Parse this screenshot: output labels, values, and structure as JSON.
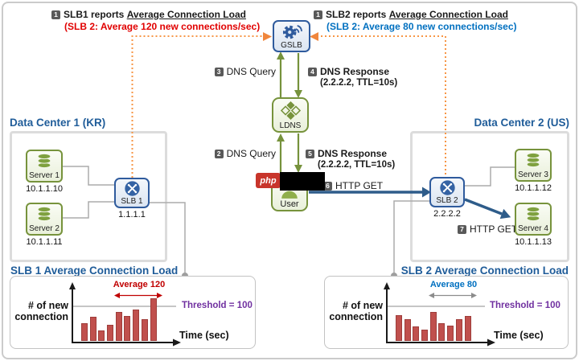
{
  "callouts": {
    "left": {
      "badge": "1",
      "reporter": "SLB1 reports",
      "metric": "Average Connection Load",
      "detail": "(SLB 2: Average 120 new connections/sec)"
    },
    "right": {
      "badge": "1",
      "reporter": "SLB2 reports",
      "metric": "Average Connection Load",
      "detail": "(SLB 2: Average 80 new connections/sec)"
    }
  },
  "datacenters": {
    "dc1": {
      "title": "Data Center 1 (KR)"
    },
    "dc2": {
      "title": "Data Center 2 (US)"
    }
  },
  "nodes": {
    "gslb": {
      "label": "GSLB"
    },
    "ldns": {
      "label": "LDNS"
    },
    "user": {
      "label": "User"
    },
    "slb1": {
      "label": "SLB 1",
      "ip": "1.1.1.1"
    },
    "slb2": {
      "label": "SLB 2",
      "ip": "2.2.2.2"
    },
    "server1": {
      "label": "Server 1",
      "ip": "10.1.1.10"
    },
    "server2": {
      "label": "Server 2",
      "ip": "10.1.1.11"
    },
    "server3": {
      "label": "Server 3",
      "ip": "10.1.1.12"
    },
    "server4": {
      "label": "Server 4",
      "ip": "10.1.1.13"
    }
  },
  "steps": {
    "dns_query_user": {
      "badge": "2",
      "label": "DNS Query"
    },
    "dns_query_gslb": {
      "badge": "3",
      "label": "DNS Query"
    },
    "dns_response_gslb": {
      "badge": "4",
      "label": "DNS Response",
      "detail": "(2.2.2.2, TTL=10s)"
    },
    "dns_response_user": {
      "badge": "5",
      "label": "DNS Response",
      "detail": "(2.2.2.2, TTL=10s)"
    },
    "http_get_slb2": {
      "badge": "6",
      "label": "HTTP GET"
    },
    "http_get_server4": {
      "badge": "7",
      "label": "HTTP GET"
    }
  },
  "watermark": {
    "label": "php"
  },
  "chart_data": [
    {
      "type": "bar",
      "title": "SLB 1 Average Connection Load",
      "ylabel": "# of new connection",
      "ylabel_lines": [
        "# of new",
        "connection"
      ],
      "xlabel": "Time (sec)",
      "values": [
        48,
        67,
        30,
        44,
        80,
        70,
        86,
        61,
        117
      ],
      "ylim": [
        0,
        130
      ],
      "grid": false,
      "threshold": 100,
      "threshold_label": "Threshold = 100",
      "average": 120,
      "average_label": "Average 120",
      "average_span_bars": [
        5,
        9
      ],
      "bar_color": "#C0504D",
      "average_label_color": "#C00000"
    },
    {
      "type": "bar",
      "title": "SLB 2 Average Connection Load",
      "ylabel": "# of new connection",
      "ylabel_lines": [
        "# of new",
        "connection"
      ],
      "xlabel": "Time (sec)",
      "values": [
        72,
        61,
        41,
        31,
        81,
        50,
        43,
        61,
        69
      ],
      "ylim": [
        0,
        130
      ],
      "grid": false,
      "threshold": 100,
      "threshold_label": "Threshold = 100",
      "average": 80,
      "average_label": "Average 80",
      "average_span_bars": [
        5,
        9
      ],
      "bar_color": "#C0504D",
      "average_label_color": "#0070C0"
    }
  ],
  "colors": {
    "title_blue": "#1F5C99",
    "node_blue_border": "#2F5B9D",
    "node_blue_fill": "#DCE6F1",
    "node_green_border": "#77933C",
    "node_green_fill": "#EDF3DF",
    "arrow_green": "#76923C",
    "arrow_blue": "#2E5C8A",
    "dotted_orange": "#F79646",
    "badge_gray": "#595959",
    "threshold_purple": "#7030A0",
    "alert_red": "#E10000",
    "info_blue": "#0070C0",
    "bar_red": "#C0504D",
    "connector_gray": "#A6A6A6"
  }
}
